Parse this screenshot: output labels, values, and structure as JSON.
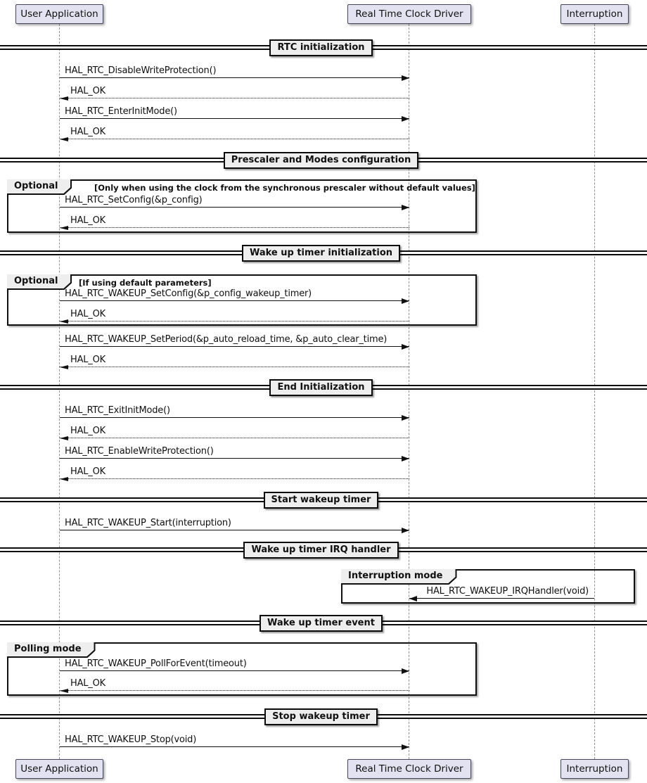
{
  "participants": [
    {
      "name": "User Application"
    },
    {
      "name": "Real Time Clock Driver"
    },
    {
      "name": "Interruption"
    }
  ],
  "dividers": [
    {
      "label": "RTC initialization"
    },
    {
      "label": "Prescaler and Modes configuration"
    },
    {
      "label": "Wake up timer initialization"
    },
    {
      "label": "End Initialization"
    },
    {
      "label": "Start wakeup timer"
    },
    {
      "label": "Wake up timer IRQ handler"
    },
    {
      "label": "Wake up timer event"
    },
    {
      "label": "Stop wakeup timer"
    }
  ],
  "groups": [
    {
      "label": "Optional",
      "condition": "[Only when using the clock from the synchronous prescaler without default values]"
    },
    {
      "label": "Optional",
      "condition": "[If using default parameters]"
    },
    {
      "label": "Interruption mode",
      "condition": ""
    },
    {
      "label": "Polling mode",
      "condition": ""
    }
  ],
  "messages": [
    {
      "label": "HAL_RTC_DisableWriteProtection()",
      "type": "call",
      "from": "User Application",
      "to": "Real Time Clock Driver"
    },
    {
      "label": "HAL_OK",
      "type": "return",
      "from": "Real Time Clock Driver",
      "to": "User Application"
    },
    {
      "label": "HAL_RTC_EnterInitMode()",
      "type": "call",
      "from": "User Application",
      "to": "Real Time Clock Driver"
    },
    {
      "label": "HAL_OK",
      "type": "return",
      "from": "Real Time Clock Driver",
      "to": "User Application"
    },
    {
      "label": "HAL_RTC_SetConfig(&p_config)",
      "type": "call",
      "from": "User Application",
      "to": "Real Time Clock Driver"
    },
    {
      "label": "HAL_OK",
      "type": "return",
      "from": "Real Time Clock Driver",
      "to": "User Application"
    },
    {
      "label": "HAL_RTC_WAKEUP_SetConfig(&p_config_wakeup_timer)",
      "type": "call",
      "from": "User Application",
      "to": "Real Time Clock Driver"
    },
    {
      "label": "HAL_OK",
      "type": "return",
      "from": "Real Time Clock Driver",
      "to": "User Application"
    },
    {
      "label": "HAL_RTC_WAKEUP_SetPeriod(&p_auto_reload_time, &p_auto_clear_time)",
      "type": "call",
      "from": "User Application",
      "to": "Real Time Clock Driver"
    },
    {
      "label": "HAL_OK",
      "type": "return",
      "from": "Real Time Clock Driver",
      "to": "User Application"
    },
    {
      "label": "HAL_RTC_ExitInitMode()",
      "type": "call",
      "from": "User Application",
      "to": "Real Time Clock Driver"
    },
    {
      "label": "HAL_OK",
      "type": "return",
      "from": "Real Time Clock Driver",
      "to": "User Application"
    },
    {
      "label": "HAL_RTC_EnableWriteProtection()",
      "type": "call",
      "from": "User Application",
      "to": "Real Time Clock Driver"
    },
    {
      "label": "HAL_OK",
      "type": "return",
      "from": "Real Time Clock Driver",
      "to": "User Application"
    },
    {
      "label": "HAL_RTC_WAKEUP_Start(interruption)",
      "type": "call",
      "from": "User Application",
      "to": "Real Time Clock Driver"
    },
    {
      "label": "HAL_RTC_WAKEUP_IRQHandler(void)",
      "type": "call",
      "from": "Interruption",
      "to": "Real Time Clock Driver"
    },
    {
      "label": "HAL_RTC_WAKEUP_PollForEvent(timeout)",
      "type": "call",
      "from": "User Application",
      "to": "Real Time Clock Driver"
    },
    {
      "label": "HAL_OK",
      "type": "return",
      "from": "Real Time Clock Driver",
      "to": "User Application"
    },
    {
      "label": "HAL_RTC_WAKEUP_Stop(void)",
      "type": "call",
      "from": "User Application",
      "to": "Real Time Clock Driver"
    }
  ],
  "colors": {
    "participant_fill": "#E2E2F0",
    "participant_border": "#45455C",
    "frame_fill": "#EEEEEE",
    "divider_fill": "#EEEEEE",
    "line_color": "#0B0B0B",
    "lifeline_color": "#919191"
  }
}
